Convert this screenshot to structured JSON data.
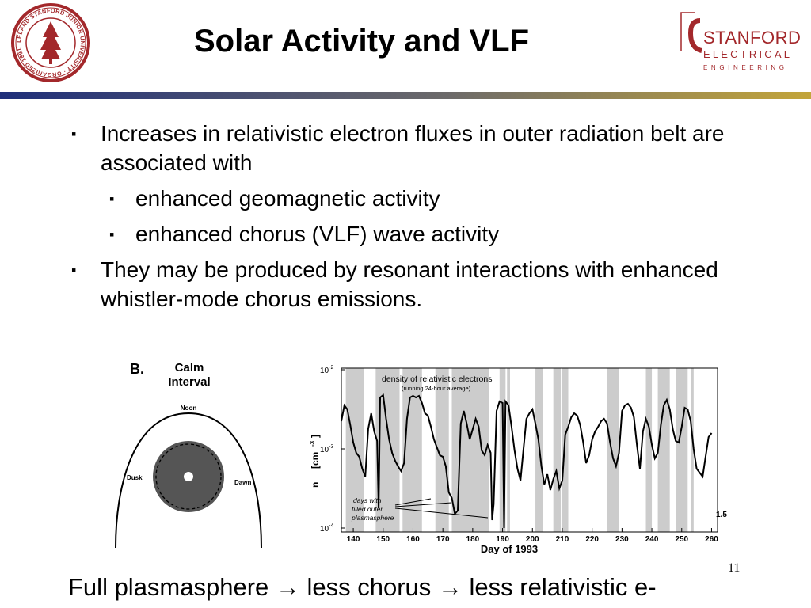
{
  "slide": {
    "title": "Solar Activity and VLF",
    "page_number": "11",
    "bullet_marker": "▪",
    "bullets": [
      {
        "text": "Increases in relativistic electron fluxes in outer radiation belt are associated with",
        "sub": [
          "enhanced geomagnetic activity",
          "enhanced chorus (VLF) wave activity"
        ]
      },
      {
        "text": "They may be produced by resonant interactions with enhanced whistler-mode chorus emissions.",
        "sub": []
      }
    ],
    "footer": "Full plasmasphere → less chorus → less relativistic e-"
  },
  "logos": {
    "seal_text": "LELAND STANFORD JUNIOR UNIVERSITY · ORGANIZED 1891",
    "stanford_ee": {
      "line1": "STANFORD",
      "line2": "ELECTRICAL",
      "line3": "ENGINEERING"
    }
  },
  "colors": {
    "accent_navy": "#1f2f7a",
    "accent_gold": "#c3a53a",
    "seal_red": "#a3282b",
    "plasmasphere_gray": "#555555",
    "shade_gray": "#cccccc"
  },
  "diagram": {
    "panel_label": "B.",
    "title_line1": "Calm",
    "title_line2": "Interval",
    "noon": "Noon",
    "dusk": "Dusk",
    "dawn": "Dawn"
  },
  "chart_data": {
    "type": "line",
    "annotation_title": "density of relativistic electrons",
    "annotation_subtitle": "(running 24-hour average)",
    "arrow_note": [
      "days with",
      "filled outer",
      "plasmasphere"
    ],
    "xlabel": "Day of 1993",
    "ylabel": "n   [cm-3]",
    "ylabel_main": "n",
    "ylabel_unit": "[cm",
    "ylabel_exp": "-3",
    "ylabel_close": "]",
    "xlim": [
      136,
      262
    ],
    "ylim_log10": [
      -4.05,
      -1.98
    ],
    "x_ticks": [
      140,
      150,
      160,
      170,
      180,
      190,
      200,
      210,
      220,
      230,
      240,
      250,
      260
    ],
    "y_ticks": [
      {
        "base": "10",
        "exp": "-2"
      },
      {
        "base": "10",
        "exp": "-3"
      },
      {
        "base": "10",
        "exp": "-4"
      }
    ],
    "side_label": "1.5",
    "shaded_days": [
      [
        137.5,
        143.5
      ],
      [
        147.5,
        155.5
      ],
      [
        156.5,
        163
      ],
      [
        167.5,
        172
      ],
      [
        173,
        185.5
      ],
      [
        189,
        191
      ],
      [
        191.5,
        192.5
      ],
      [
        201,
        203.5
      ],
      [
        207,
        209.5
      ],
      [
        210,
        212
      ],
      [
        225,
        229
      ],
      [
        238,
        240
      ],
      [
        242,
        246
      ],
      [
        248,
        252
      ],
      [
        253,
        254
      ]
    ],
    "series": [
      {
        "x": [
          136,
          137,
          138,
          139,
          140,
          141,
          142,
          143,
          144,
          145,
          146,
          147,
          148,
          148.5,
          149,
          150,
          151,
          152,
          153,
          154,
          155,
          156,
          157,
          158,
          159,
          160,
          161,
          162,
          163,
          164,
          165,
          166,
          167,
          168,
          169,
          170,
          171,
          172,
          173,
          174,
          175,
          176,
          177,
          178,
          179,
          180,
          181,
          182,
          183,
          184,
          185,
          186,
          186.5,
          187,
          188,
          189,
          190,
          190.5,
          191,
          192,
          193,
          194,
          195,
          196,
          197,
          198,
          199,
          200,
          201,
          202,
          203,
          204,
          205,
          206,
          207,
          208,
          209,
          210,
          211,
          212,
          213,
          214,
          215,
          216,
          217,
          218,
          219,
          220,
          221,
          222,
          223,
          224,
          225,
          226,
          227,
          228,
          229,
          230,
          231,
          232,
          233,
          234,
          235,
          236,
          237,
          238,
          239,
          240,
          241,
          242,
          243,
          244,
          245,
          246,
          247,
          248,
          249,
          250,
          251,
          252,
          253,
          254,
          255,
          256,
          257,
          258,
          259,
          260
        ],
        "y_log10": [
          -2.65,
          -2.45,
          -2.5,
          -2.7,
          -2.92,
          -3.05,
          -3.1,
          -3.25,
          -3.35,
          -2.75,
          -2.55,
          -2.78,
          -2.9,
          -3.75,
          -2.35,
          -2.32,
          -2.62,
          -2.88,
          -3.05,
          -3.15,
          -3.22,
          -3.28,
          -3.18,
          -2.62,
          -2.35,
          -2.33,
          -2.35,
          -2.33,
          -2.42,
          -2.55,
          -2.58,
          -2.72,
          -2.88,
          -2.98,
          -3.08,
          -3.1,
          -3.22,
          -3.55,
          -3.62,
          -3.82,
          -3.78,
          -2.68,
          -2.52,
          -2.68,
          -2.88,
          -2.75,
          -2.62,
          -2.72,
          -3.02,
          -3.08,
          -2.95,
          -3.05,
          -3.9,
          -3.7,
          -2.52,
          -2.4,
          -2.42,
          -4.0,
          -2.4,
          -2.45,
          -2.72,
          -3.02,
          -3.25,
          -3.4,
          -3.0,
          -2.62,
          -2.55,
          -2.5,
          -2.68,
          -2.88,
          -3.22,
          -3.45,
          -3.32,
          -3.52,
          -3.38,
          -3.28,
          -3.5,
          -3.4,
          -2.82,
          -2.72,
          -2.6,
          -2.55,
          -2.58,
          -2.7,
          -2.92,
          -3.18,
          -3.08,
          -2.88,
          -2.78,
          -2.72,
          -2.65,
          -2.62,
          -2.68,
          -2.92,
          -3.12,
          -3.22,
          -3.05,
          -2.52,
          -2.45,
          -2.43,
          -2.48,
          -2.6,
          -2.95,
          -3.25,
          -2.78,
          -2.62,
          -2.72,
          -2.95,
          -3.12,
          -3.05,
          -2.7,
          -2.45,
          -2.38,
          -2.5,
          -2.75,
          -2.9,
          -2.92,
          -2.72,
          -2.48,
          -2.5,
          -2.65,
          -3.0,
          -3.25,
          -3.3,
          -3.35,
          -3.1,
          -2.85,
          -2.8
        ]
      }
    ]
  }
}
